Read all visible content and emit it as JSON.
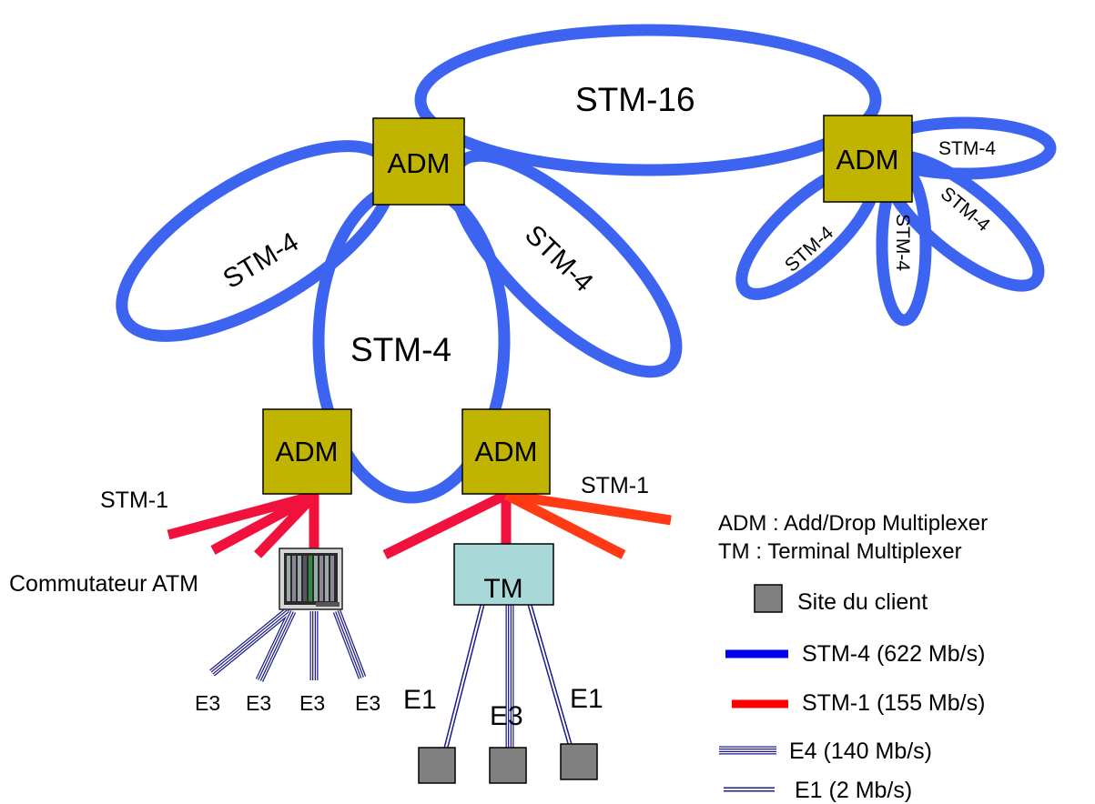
{
  "rings": {
    "stm16": "STM-16",
    "center": "STM-4",
    "left_petal": "STM-4",
    "right_petal": "STM-4",
    "far_top": "STM-4",
    "far_right": "STM-4",
    "far_bottom": "STM-4",
    "far_left": "STM-4"
  },
  "nodes": {
    "adm_top": "ADM",
    "adm_right": "ADM",
    "adm_bottom_left": "ADM",
    "adm_bottom_right": "ADM",
    "tm": "TM"
  },
  "links": {
    "stm1_left": "STM-1",
    "stm1_right": "STM-1"
  },
  "atm_switch_label": "Commutateur ATM",
  "tributaries": {
    "e3_1": "E3",
    "e3_2": "E3",
    "e3_3": "E3",
    "e3_4": "E3",
    "e1_left": "E1",
    "e3_center": "E3",
    "e1_right": "E1"
  },
  "legend": {
    "adm_def": "ADM : Add/Drop Multiplexer",
    "tm_def": "TM : Terminal Multiplexer",
    "site": "Site du client",
    "stm4": "STM-4 (622 Mb/s)",
    "stm1": "STM-1 (155 Mb/s)",
    "e4": "E4 (140 Mb/s)",
    "e1": "E1 (2 Mb/s)"
  },
  "colors": {
    "ring_blue": "#3d64f0",
    "stm1_red": "#f0113c",
    "stm1_orange": "#ff3a14",
    "adm_fill": "#c0b400",
    "tm_fill": "#a8d8d8",
    "site_fill": "#808080",
    "tributary_navy": "#1c1c8a"
  }
}
